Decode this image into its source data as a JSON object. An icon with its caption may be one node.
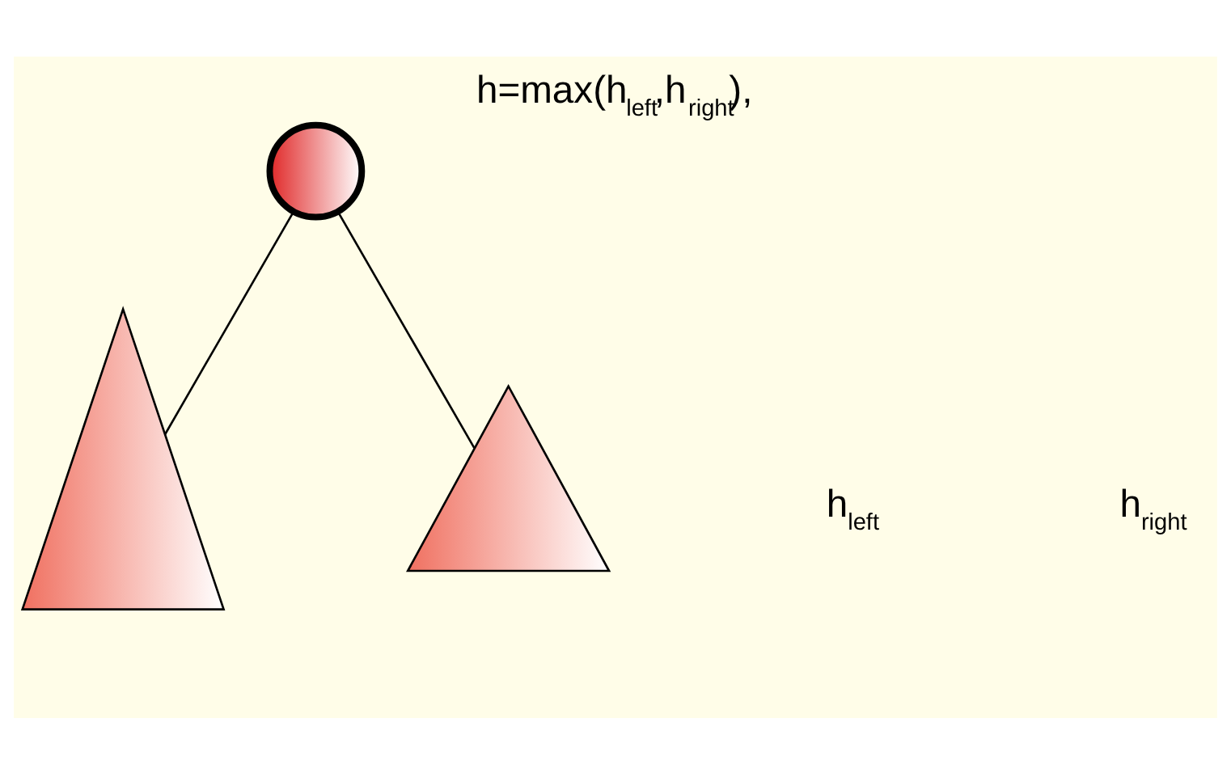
{
  "diagram": {
    "title": "h=max(h$_{left}$,h$_{right}$),",
    "nodes": [
      {
        "text": [],
        "shape": "circle"
      },
      {
        "text": [],
        "shape": "triangle"
      },
      {
        "text": [],
        "shape": "triangle"
      }
    ],
    "edges": [
      {
        "from": 0,
        "to": 1,
        "arrow": "none"
      },
      {
        "from": 0,
        "to": 2,
        "arrow": "none"
      }
    ],
    "labels": [
      "h$_{left}$",
      "h$_{right}$"
    ]
  }
}
